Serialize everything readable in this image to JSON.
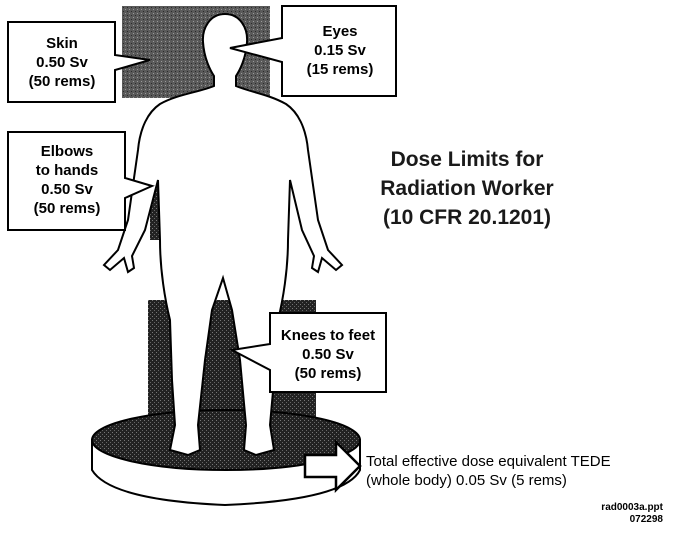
{
  "title": {
    "line1": "Dose Limits for",
    "line2": "Radiation Worker",
    "line3": "(10 CFR 20.1201)"
  },
  "callouts": {
    "skin": {
      "line1": "Skin",
      "line2": "0.50 Sv",
      "line3": "(50 rems)"
    },
    "eyes": {
      "line1": "Eyes",
      "line2": "0.15 Sv",
      "line3": "(15 rems)"
    },
    "elbows": {
      "line1": "Elbows",
      "line2": "to hands",
      "line3": "0.50 Sv",
      "line4": "(50 rems)"
    },
    "knees": {
      "line1": "Knees to feet",
      "line2": "0.50 Sv",
      "line3": "(50 rems)"
    }
  },
  "tede": {
    "line1": "Total effective dose equivalent TEDE",
    "line2": "(whole body) 0.05 Sv (5 rems)"
  },
  "file_ref": {
    "name": "rad0003a.ppt",
    "code": "072298"
  },
  "colors": {
    "body_fill": "#ffffff",
    "outline": "#000000",
    "shade_dark": "#1e1e1e",
    "shade_mid": "#4a4a4a"
  }
}
